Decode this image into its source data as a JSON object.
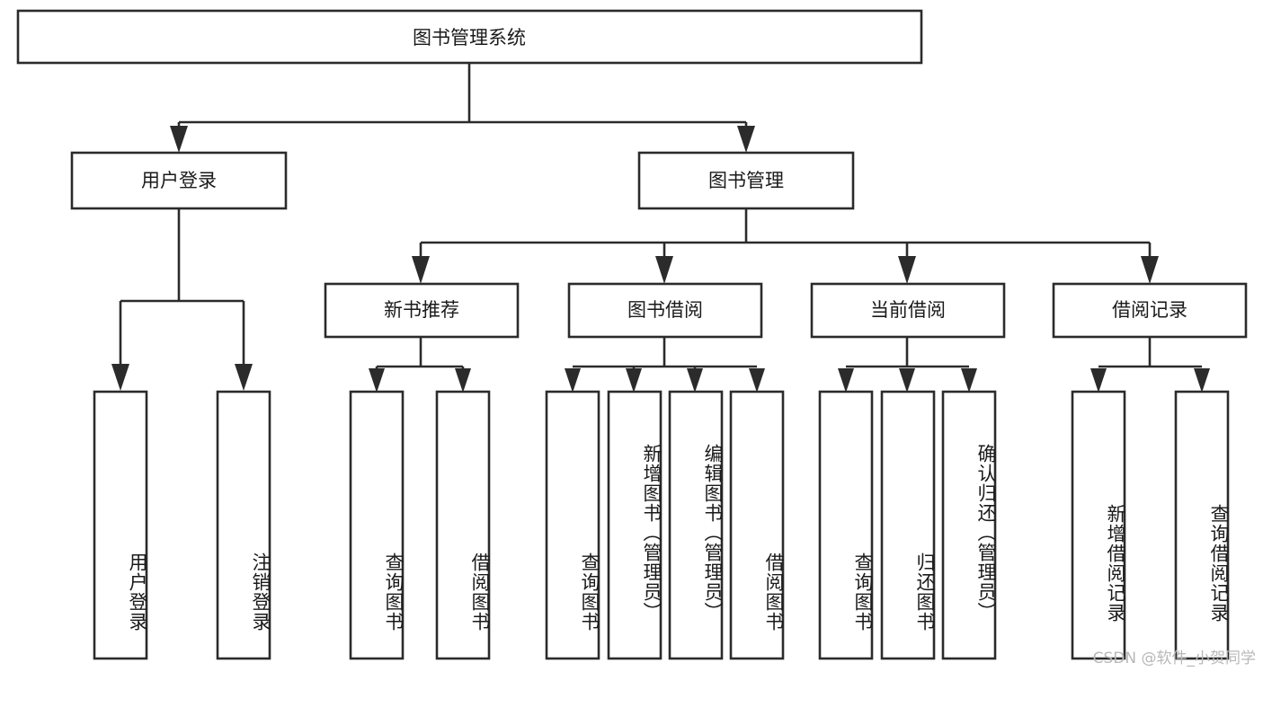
{
  "diagram": {
    "title": "图书管理系统",
    "type": "tree",
    "watermark": "CSDN @软件_小贺同学",
    "colors": {
      "box_stroke": "#2b2b2b",
      "box_fill": "#ffffff",
      "text": "#1a1a1a",
      "watermark": "#b8b8b8",
      "background": "#ffffff"
    },
    "root": {
      "label": "图书管理系统"
    },
    "level1": [
      {
        "label": "用户登录"
      },
      {
        "label": "图书管理"
      }
    ],
    "level2": [
      {
        "label": "新书推荐"
      },
      {
        "label": "图书借阅"
      },
      {
        "label": "当前借阅"
      },
      {
        "label": "借阅记录"
      }
    ],
    "leaves": {
      "user_login": [
        {
          "label": "用户登录"
        },
        {
          "label": "注销登录"
        }
      ],
      "new_book": [
        {
          "label": "查询图书"
        },
        {
          "label": "借阅图书"
        }
      ],
      "book_borrow": [
        {
          "label": "查询图书"
        },
        {
          "label": "新增图书（管理员）"
        },
        {
          "label": "编辑图书（管理员）"
        },
        {
          "label": "借阅图书"
        }
      ],
      "current_borrow": [
        {
          "label": "查询图书"
        },
        {
          "label": "归还图书"
        },
        {
          "label": "确认归还（管理员）"
        }
      ],
      "borrow_record": [
        {
          "label": "新增借阅记录"
        },
        {
          "label": "查询借阅记录"
        }
      ]
    }
  }
}
